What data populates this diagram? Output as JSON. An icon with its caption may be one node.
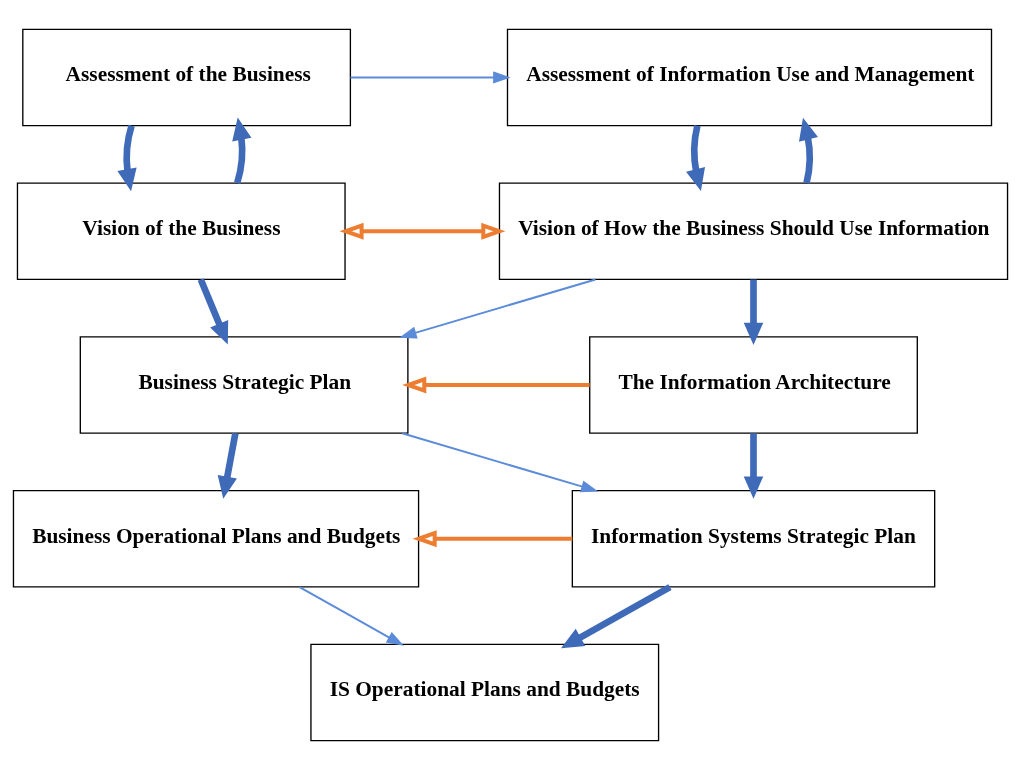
{
  "diagram": {
    "nodes": [
      {
        "text": [
          "Assessment of the Business"
        ]
      },
      {
        "text": [
          "Assessment of Information Use and Management"
        ]
      },
      {
        "text": [
          "Vision of the Business"
        ]
      },
      {
        "text": [
          "Vision of How the Business Should Use Information"
        ]
      },
      {
        "text": [
          "Business Strategic Plan"
        ]
      },
      {
        "text": [
          "The Information Architecture"
        ]
      },
      {
        "text": [
          "Business Operational Plans and Budgets"
        ]
      },
      {
        "text": [
          "Information Systems Strategic Plan"
        ]
      },
      {
        "text": [
          "IS Operational Plans and Budgets"
        ]
      }
    ],
    "edges": [
      {
        "from": 0,
        "to": 1,
        "arrow": "to",
        "color": "#5b8bd9"
      },
      {
        "from": 0,
        "to": 2,
        "arrow": "to"
      },
      {
        "from": 2,
        "to": 0,
        "arrow": "to"
      },
      {
        "from": 1,
        "to": 3,
        "arrow": "to"
      },
      {
        "from": 3,
        "to": 1,
        "arrow": "to"
      },
      {
        "from": 2,
        "to": 3,
        "arrow": "both",
        "color": "#ed7d31"
      },
      {
        "from": 3,
        "to": 4,
        "arrow": "to",
        "color": "#5b8bd9"
      },
      {
        "from": 3,
        "to": 5,
        "arrow": "to"
      },
      {
        "from": 5,
        "to": 4,
        "arrow": "to",
        "color": "#ed7d31"
      },
      {
        "from": 2,
        "to": 4,
        "arrow": "to"
      },
      {
        "from": 4,
        "to": 6,
        "arrow": "to"
      },
      {
        "from": 4,
        "to": 7,
        "arrow": "to",
        "color": "#5b8bd9"
      },
      {
        "from": 5,
        "to": 7,
        "arrow": "to"
      },
      {
        "from": 7,
        "to": 6,
        "arrow": "to",
        "color": "#ed7d31"
      },
      {
        "from": 7,
        "to": 8,
        "arrow": "to"
      },
      {
        "from": 6,
        "to": 8,
        "arrow": "to",
        "color": "#5b8bd9"
      }
    ]
  }
}
